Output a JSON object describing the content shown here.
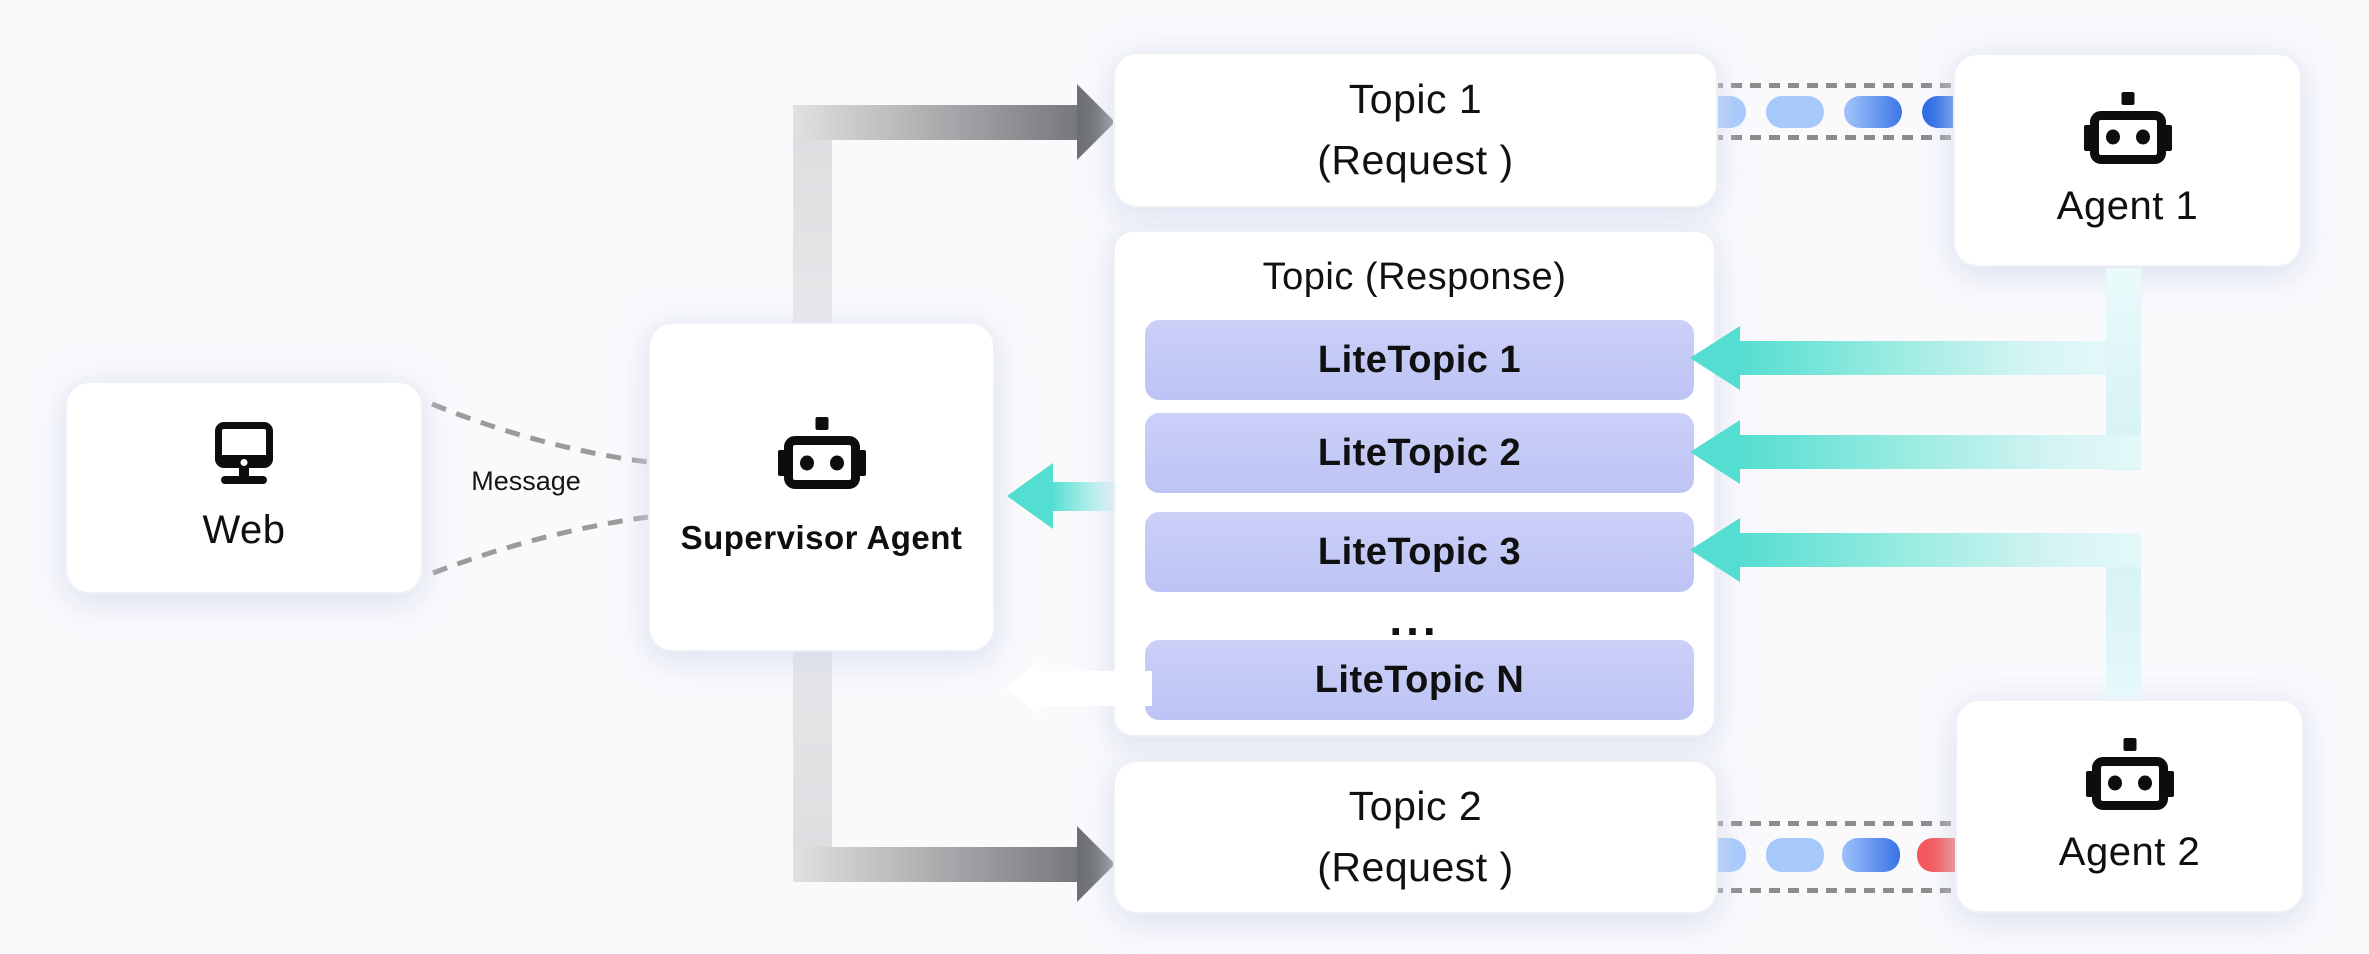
{
  "diagram": {
    "web": {
      "label": "Web",
      "icon": "monitor-icon"
    },
    "message": {
      "label": "Message"
    },
    "supervisor": {
      "label": "Supervisor Agent",
      "icon": "robot-icon"
    },
    "topic1": {
      "title": "Topic 1",
      "subtitle": "(Request )"
    },
    "topic2": {
      "title": "Topic 2",
      "subtitle": "(Request )"
    },
    "response": {
      "title": "Topic (Response)",
      "items": [
        {
          "label": "LiteTopic 1"
        },
        {
          "label": "LiteTopic 2"
        },
        {
          "label": "LiteTopic 3"
        },
        {
          "label": "..."
        },
        {
          "label": "LiteTopic N"
        }
      ]
    },
    "agent1": {
      "label": "Agent 1",
      "icon": "robot-icon"
    },
    "agent2": {
      "label": "Agent 2",
      "icon": "robot-icon"
    },
    "colors": {
      "teal_accent": "#53ded1",
      "teal_light_bar": "#d4f1f5",
      "litetopic_pill": "#c4c9f6",
      "message_pill_light_blue": "#a6c8fb",
      "message_pill_dark_blue": "#2b6be7",
      "message_pill_red": "#f4595c",
      "arrow_gray_dark": "#6e7074",
      "arrow_gray_light": "#e1e1e3",
      "dash_gray": "#8c8c8c"
    },
    "pipes": {
      "pipe1": {
        "pill_styles": [
          "background:#a6c8fb",
          "background:#a6c8fb",
          "background:linear-gradient(90deg,#a3c5fa,#3d76e9)",
          "background:#2b6be7"
        ]
      },
      "pipe2": {
        "pill_styles": [
          "background:#a6c8fb",
          "background:#a6c8fb",
          "background:linear-gradient(90deg,#9dc1f9,#3a73e8)",
          "background:#f4595c"
        ]
      }
    }
  }
}
